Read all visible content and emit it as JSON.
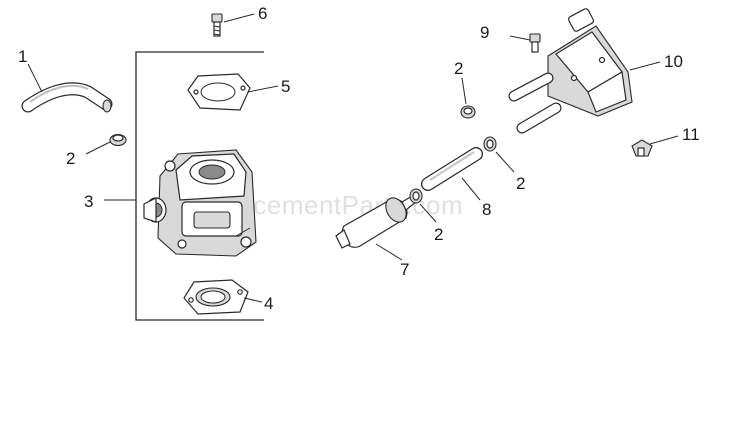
{
  "watermark": "eReplacementParts.com",
  "callouts": {
    "c1": "1",
    "c2a": "2",
    "c3": "3",
    "c4": "4",
    "c5": "5",
    "c6": "6",
    "c7": "7",
    "c2b": "2",
    "c8": "8",
    "c2c": "2",
    "c2d": "2",
    "c9": "9",
    "c10": "10",
    "c11": "11"
  }
}
